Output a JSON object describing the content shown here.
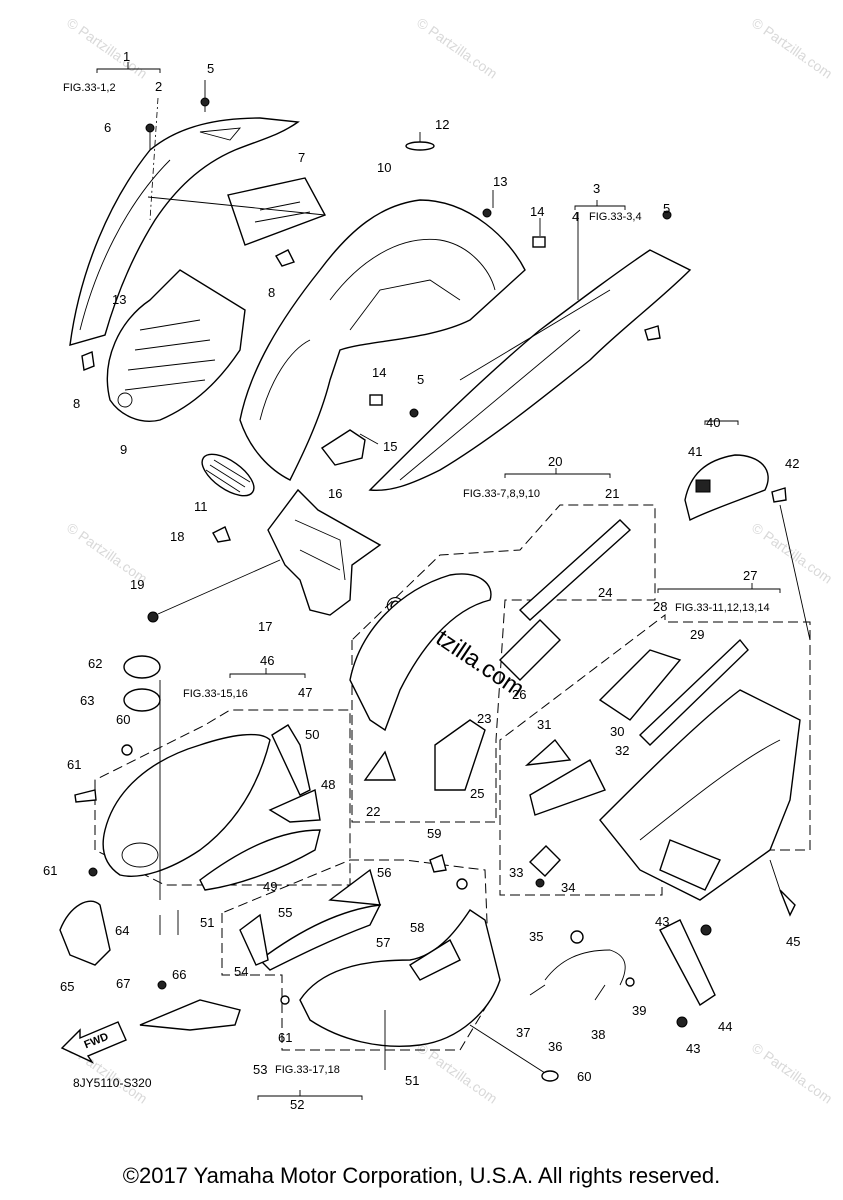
{
  "watermark": "© Partzilla.com",
  "diagram_code": "8JY5110-S320",
  "copyright": "©2017 Yamaha Motor Corporation, U.S.A. All rights reserved.",
  "fwd_label": "FWD",
  "fig_refs": {
    "r1": "FIG.33-1,2",
    "r3": "FIG.33-3,4",
    "r20": "FIG.33-7,8,9,10",
    "r27": "FIG.33-11,12,13,14",
    "r46": "FIG.33-15,16",
    "r53": "FIG.33-17,18"
  },
  "callouts": {
    "c1": "1",
    "c2": "2",
    "c3": "3",
    "c4": "4",
    "c5a": "5",
    "c5b": "5",
    "c5c": "5",
    "c6": "6",
    "c7": "7",
    "c8a": "8",
    "c8b": "8",
    "c9": "9",
    "c10": "10",
    "c11": "11",
    "c12": "12",
    "c13a": "13",
    "c13b": "13",
    "c14a": "14",
    "c14b": "14",
    "c15": "15",
    "c16": "16",
    "c17": "17",
    "c18": "18",
    "c19": "19",
    "c20": "20",
    "c21": "21",
    "c22": "22",
    "c23": "23",
    "c24": "24",
    "c25": "25",
    "c26": "26",
    "c27": "27",
    "c28": "28",
    "c29": "29",
    "c30": "30",
    "c31": "31",
    "c32": "32",
    "c33": "33",
    "c34": "34",
    "c35": "35",
    "c36": "36",
    "c37": "37",
    "c38": "38",
    "c39": "39",
    "c40": "40",
    "c41": "41",
    "c42": "42",
    "c43a": "43",
    "c43b": "43",
    "c44": "44",
    "c45": "45",
    "c46": "46",
    "c47": "47",
    "c48": "48",
    "c49": "49",
    "c50": "50",
    "c51a": "51",
    "c51b": "51",
    "c52": "52",
    "c53": "53",
    "c54": "54",
    "c55": "55",
    "c56": "56",
    "c57": "57",
    "c58": "58",
    "c59": "59",
    "c60a": "60",
    "c60b": "60",
    "c61a": "61",
    "c61b": "61",
    "c61c": "61",
    "c62": "62",
    "c63": "63",
    "c64": "64",
    "c65": "65",
    "c66": "66",
    "c67": "67"
  }
}
